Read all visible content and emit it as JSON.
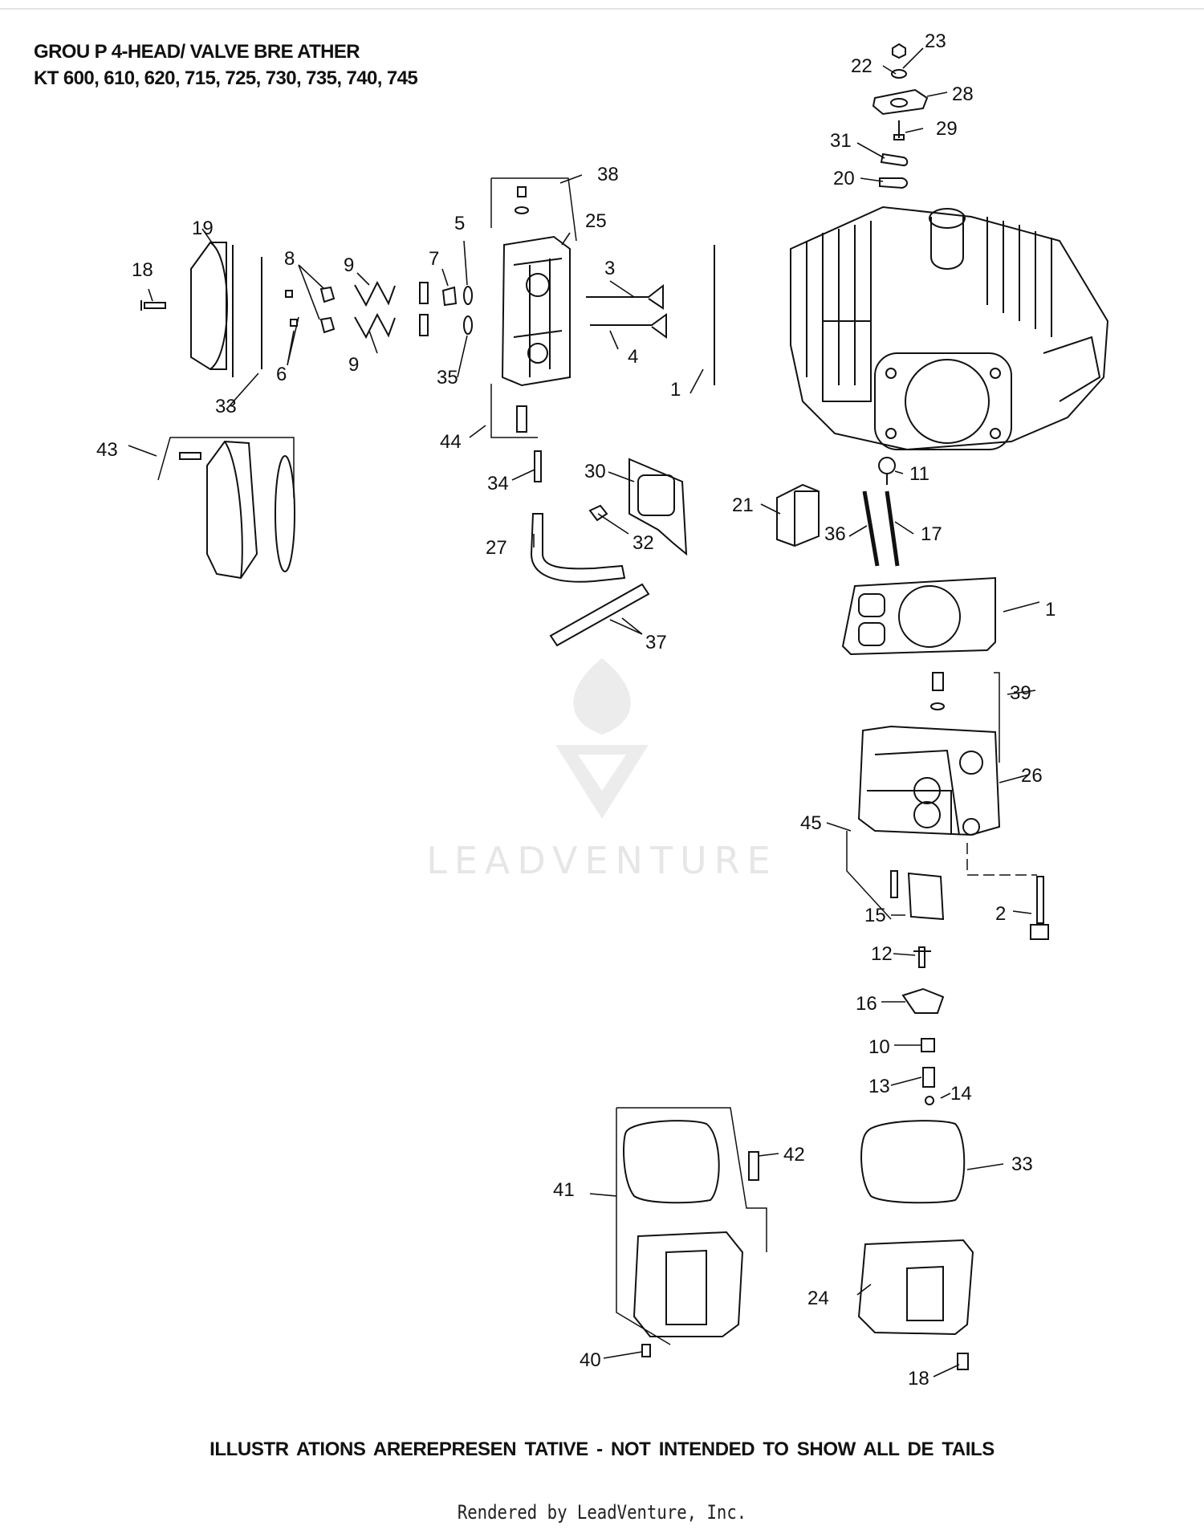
{
  "header": {
    "group_line": "GROU P 4-HEAD/  VALVE BRE  ATHER",
    "model_line": "KT 600, 610, 620, 715, 725, 730, 735, 740, 745"
  },
  "callouts": [
    "1",
    "1",
    "2",
    "3",
    "4",
    "5",
    "6",
    "7",
    "8",
    "9",
    "9",
    "10",
    "11",
    "12",
    "13",
    "14",
    "15",
    "16",
    "17",
    "18",
    "18",
    "19",
    "20",
    "21",
    "22",
    "23",
    "24",
    "25",
    "26",
    "27",
    "28",
    "29",
    "30",
    "31",
    "32",
    "33",
    "33",
    "34",
    "35",
    "36",
    "37",
    "38",
    "39",
    "40",
    "41",
    "42",
    "43",
    "44",
    "45"
  ],
  "watermark": {
    "brand": "LEADVENTURE"
  },
  "footer": {
    "note": "ILLUSTR ATIONS  AREREPRESEN    TATIVE - NOT INTENDED     TO SHOW  ALL DE TAILS",
    "credit": "Rendered by LeadVenture, Inc."
  },
  "colors": {
    "line": "#111111",
    "watermark": "#e6e6e6",
    "background": "#ffffff"
  }
}
